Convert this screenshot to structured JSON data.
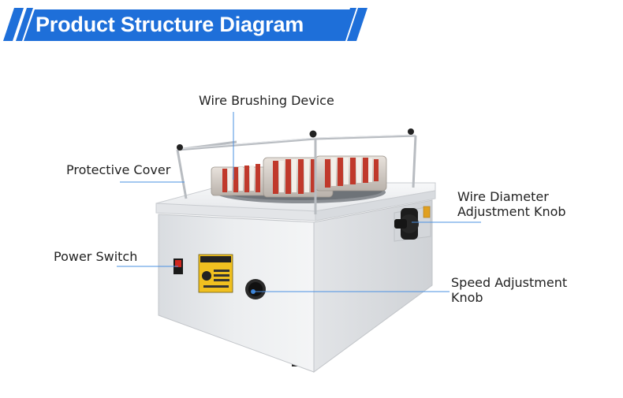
{
  "header": {
    "title": "Product Structure Diagram",
    "accent_color": "#1e6fd9"
  },
  "callouts": {
    "wire_brushing_device": "Wire Brushing Device",
    "protective_cover": "Protective Cover",
    "power_switch": "Power Switch",
    "wire_diameter_line1": "Wire Diameter",
    "wire_diameter_line2": "Adjustment Knob",
    "speed_adjustment_line1": "Speed Adjustment",
    "speed_adjustment_line2": "Knob"
  },
  "colors": {
    "leader_line": "#4a90e2",
    "cabinet": "#e9ebee",
    "brush_red": "#c0392b"
  }
}
